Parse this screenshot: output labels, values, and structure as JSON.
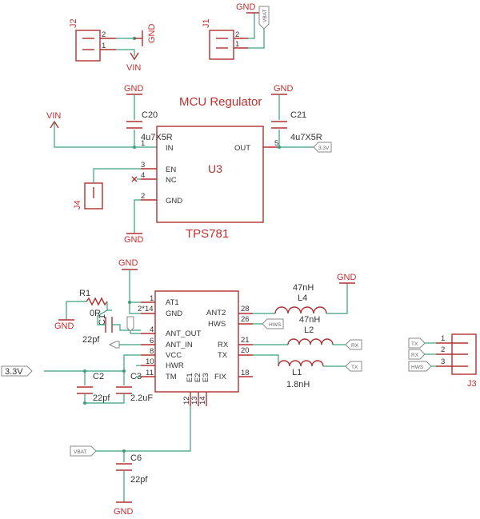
{
  "labels": {
    "title": "MCU Regulator",
    "u3_name": "U3",
    "u3_value": "TPS781",
    "u3_in": "IN",
    "u3_out": "OUT",
    "u3_en": "EN",
    "u3_nc": "NC",
    "u3_gnd": "GND",
    "u3_p1": "1",
    "u3_p5": "5",
    "u3_p3": "3",
    "u3_p4": "4",
    "u3_p2": "2",
    "c20": "C20",
    "c20_val": "4u7X5R",
    "c21": "C21",
    "c21_val": "4u7X5R",
    "j1": "J1",
    "j2": "J2",
    "j3": "J3",
    "j4": "J4",
    "gnd": "GND",
    "vin": "VIN",
    "vbat": "VBAT",
    "v33": "3.3V",
    "r1": "R1",
    "r1_val": "0R",
    "c1": "C1",
    "c1_val": "22pf",
    "c2": "C2",
    "c2_val": "22pf",
    "c3": "C3",
    "c3_val": "2.2uF",
    "c6": "C6",
    "c6_val": "22pf",
    "l1": "L1",
    "l1_val": "1.8nH",
    "l2": "L2",
    "l2_val": "47nH",
    "l4": "L4",
    "l4_val": "47nH",
    "pin1": "1",
    "pin2": "2",
    "pin3": "3",
    "tx": "TX",
    "rx": "RX",
    "hws": "HWS",
    "mod_at1": "AT1",
    "mod_gnd": "GND",
    "mod_ant_out": "ANT_OUT",
    "mod_ant_in": "ANT_IN",
    "mod_vcc": "VCC",
    "mod_hwr": "HWR",
    "mod_tm": "TM",
    "mod_ant2": "ANT2",
    "mod_hws": "HWS",
    "mod_rx": "RX",
    "mod_tx": "TX",
    "mod_fix": "FIX",
    "mod_e1": "E1",
    "mod_e2": "E2",
    "mod_e3": "E3",
    "mp1": "1",
    "mp2": "2*14",
    "mp4": "4",
    "mp6": "6",
    "mp8": "8",
    "mp10": "10",
    "mp11": "11",
    "mp28": "28",
    "mp26": "26",
    "mp21": "21",
    "mp20": "20",
    "mp18": "18",
    "mp12": "12",
    "mp13": "13",
    "mp14": "14"
  }
}
